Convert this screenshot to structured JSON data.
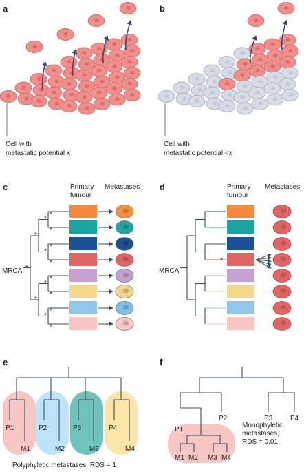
{
  "panels": {
    "a": {
      "label": "a",
      "cell_caption_line1": "Cell with",
      "cell_caption_line2": "metastatic potential x",
      "colors": {
        "cell": "#ee8f8c",
        "nucleus": "#e16a6a",
        "edge": "#d56a6a"
      }
    },
    "b": {
      "label": "b",
      "cell_caption_line1": "Cell with",
      "cell_caption_line2": "metastatic potential <x",
      "colors": {
        "cell": "#d7dbe6",
        "edge": "#a9b0c6",
        "metastatic_cell": "#ee8f8c"
      }
    },
    "c": {
      "label": "c",
      "header_primary_line1": "Primary",
      "header_primary_line2": "tumour",
      "header_metastases": "Metastases",
      "root_label": "MRCA",
      "tumour_colors": [
        "#f58b3a",
        "#1aa5a1",
        "#1c4f93",
        "#e06565",
        "#c6a2d3",
        "#f4d98a",
        "#8fc7ea",
        "#f7c6c4"
      ],
      "metastasis_colors": [
        "#f5903f",
        "#20a6a0",
        "#1d4f93",
        "#e06565",
        "#c3a0d2",
        "#f3d68a",
        "#7fbfea",
        "#f8c8c6"
      ]
    },
    "d": {
      "label": "d",
      "header_primary_line1": "Primary",
      "header_primary_line2": "tumour",
      "header_metastases": "Metastases",
      "root_label": "MRCA",
      "metastasis_color": "#e06565"
    },
    "e": {
      "label": "e",
      "labels": [
        "P1",
        "M1",
        "P2",
        "M2",
        "P3",
        "M3",
        "P4",
        "M4"
      ],
      "caption": "Polyphyletic metastases, RDS = 1",
      "blob_colors": [
        "#f7c5c2",
        "#bfe3f7",
        "#6fc3bb",
        "#fbe6a8"
      ]
    },
    "f": {
      "label": "f",
      "labels": [
        "P1",
        "P2",
        "P3",
        "P4",
        "M1",
        "M2",
        "M3",
        "M4"
      ],
      "caption_line1": "Monophyletic",
      "caption_line2": "metastases,",
      "caption_line3": "RDS = 0.01",
      "blob_color": "#f7c5c2"
    }
  }
}
